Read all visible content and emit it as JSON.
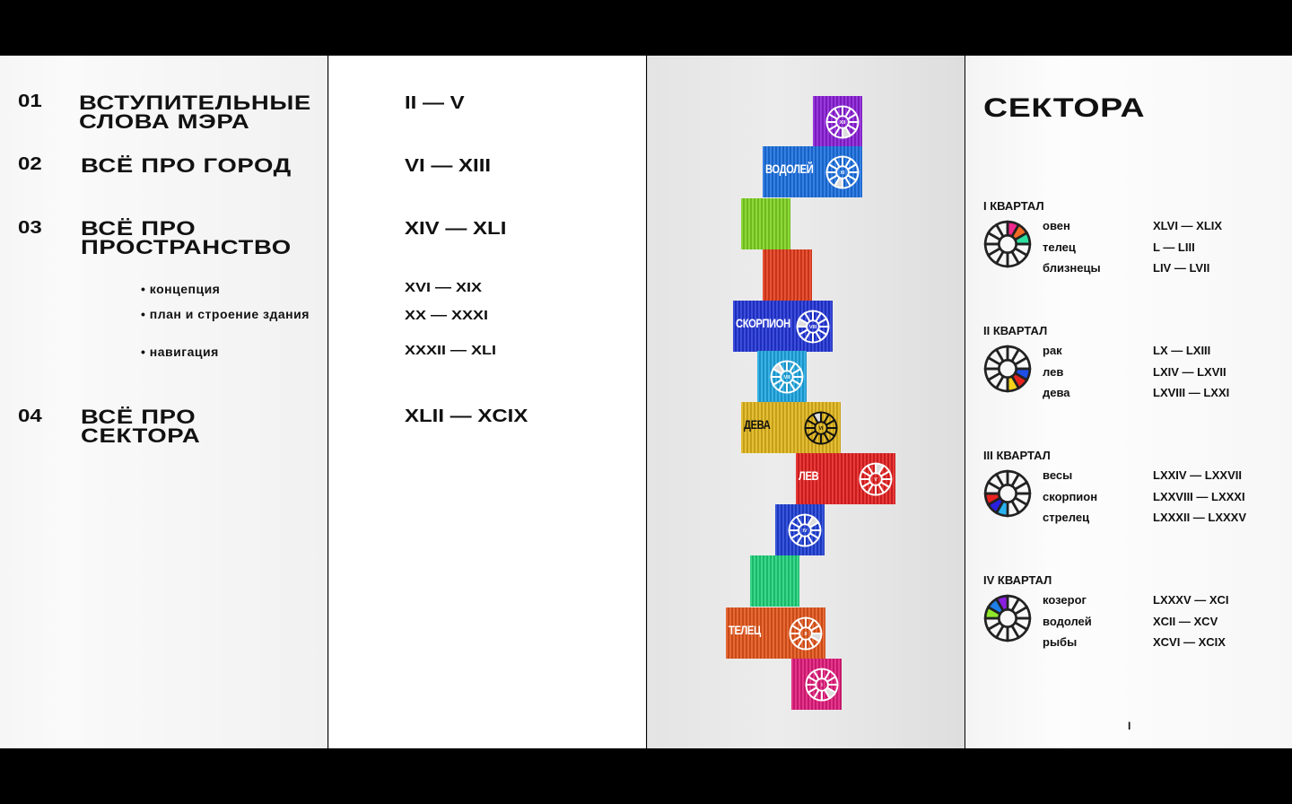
{
  "contents": [
    {
      "num": "01",
      "title": "ВСТУПИТЕЛЬНЫЕ СЛОВА МЭРА",
      "pages": "II — V"
    },
    {
      "num": "02",
      "title": "ВСЁ ПРО ГОРОД",
      "pages": "VI — XIII"
    },
    {
      "num": "03",
      "title": "ВСЁ ПРО ПРОСТРАНСТВО",
      "pages": "XIV — XLI"
    },
    {
      "num": "04",
      "title": "ВСЁ ПРО СЕКТОРА",
      "pages": "XLII — XCIX"
    }
  ],
  "subitems": [
    {
      "label": "• концепция",
      "pages": "XVI — XIX"
    },
    {
      "label": "• план и строение здания",
      "pages": "XX — XXXI"
    },
    {
      "label": "• навигация",
      "pages": "XXXII — XLI"
    }
  ],
  "tower": [
    {
      "color": "#8a1fd6",
      "name": "",
      "numeral": "XII"
    },
    {
      "color": "#1a6fe0",
      "name": "ВОДОЛЕЙ",
      "numeral": "XI"
    },
    {
      "color": "#7ed321",
      "name": "",
      "numeral": ""
    },
    {
      "color": "#e23b1a",
      "name": "",
      "numeral": ""
    },
    {
      "color": "#2234d6",
      "name": "СКОРПИОН",
      "numeral": "VIII"
    },
    {
      "color": "#1fa6e0",
      "name": "",
      "numeral": "VII"
    },
    {
      "color": "#e0b51a",
      "name": "ДЕВА",
      "numeral": "VI"
    },
    {
      "color": "#e42020",
      "name": "ЛЕВ",
      "numeral": "V"
    },
    {
      "color": "#1f3fd6",
      "name": "",
      "numeral": "IV"
    },
    {
      "color": "#1fd17a",
      "name": "",
      "numeral": ""
    },
    {
      "color": "#e2541a",
      "name": "ТЕЛЕЦ",
      "numeral": "II"
    },
    {
      "color": "#e01a7a",
      "name": "",
      "numeral": "I"
    }
  ],
  "sectors": {
    "title": "СЕКТОРА",
    "quarters": [
      {
        "title": "I КВАРТАЛ",
        "segments": [
          0,
          1,
          2
        ],
        "colors": [
          "#f0288c",
          "#f26b24",
          "#2ee0a0"
        ],
        "items": [
          {
            "sign": "овен",
            "pages": "XLVI — XLIX"
          },
          {
            "sign": "телец",
            "pages": "L — LIII"
          },
          {
            "sign": "близнецы",
            "pages": "LIV — LVII"
          }
        ]
      },
      {
        "title": "II КВАРТАЛ",
        "segments": [
          3,
          4,
          5
        ],
        "colors": [
          "#1f4fe8",
          "#e8231f",
          "#f4d21a"
        ],
        "items": [
          {
            "sign": "рак",
            "pages": "LX — LXIII"
          },
          {
            "sign": "лев",
            "pages": "LXIV — LXVII"
          },
          {
            "sign": "дева",
            "pages": "LXVIII — LXXI"
          }
        ]
      },
      {
        "title": "III КВАРТАЛ",
        "segments": [
          6,
          7,
          8
        ],
        "colors": [
          "#2ab2f0",
          "#2a1fe0",
          "#e8231f"
        ],
        "items": [
          {
            "sign": "весы",
            "pages": "LXXIV — LXXVII"
          },
          {
            "sign": "скорпион",
            "pages": "LXXVIII — LXXXI"
          },
          {
            "sign": "стрелец",
            "pages": "LXXXII — LXXXV"
          }
        ]
      },
      {
        "title": "IV КВАРТАЛ",
        "segments": [
          9,
          10,
          11
        ],
        "colors": [
          "#8fe82a",
          "#1f7fe8",
          "#8a1fe0"
        ],
        "items": [
          {
            "sign": "козерог",
            "pages": "LXXXV — XCI"
          },
          {
            "sign": "водолей",
            "pages": "XCII — XCV"
          },
          {
            "sign": "рыбы",
            "pages": "XCVI — XCIX"
          }
        ]
      }
    ],
    "page_number": "I"
  }
}
